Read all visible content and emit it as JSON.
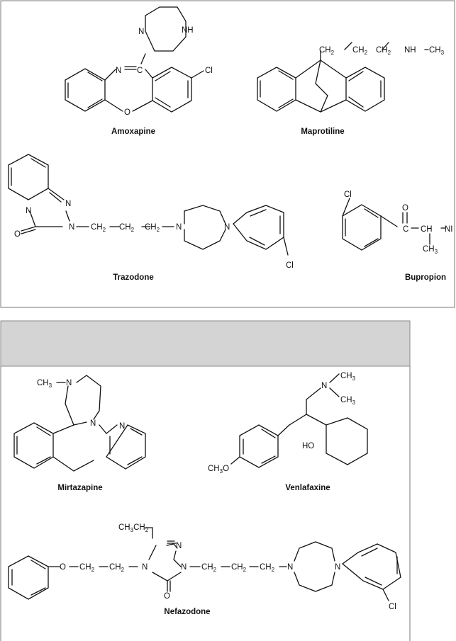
{
  "compounds": [
    {
      "name": "Amoxapine",
      "labels": [
        "N",
        "NH",
        "N",
        "C",
        "Cl",
        "O"
      ]
    },
    {
      "name": "Maprotiline",
      "labels": [
        "CH",
        "2",
        "CH",
        "2",
        "CH",
        "2",
        "NH",
        "CH",
        "3"
      ]
    },
    {
      "name": "Trazodone",
      "labels": [
        "N",
        "N",
        "N",
        "O",
        "CH",
        "2",
        "CH",
        "2",
        "CH",
        "2",
        "N",
        "N",
        "Cl"
      ]
    },
    {
      "name": "Bupropion",
      "labels": [
        "Cl",
        "O",
        "C",
        "CH",
        "NI",
        "CH",
        "3"
      ]
    },
    {
      "name": "Mirtazapine",
      "labels": [
        "CH",
        "3",
        "N",
        "N",
        "N"
      ]
    },
    {
      "name": "Venlafaxine",
      "labels": [
        "N",
        "CH",
        "3",
        "CH",
        "3",
        "HO",
        "CH",
        "3",
        "O"
      ]
    },
    {
      "name": "Nefazodone",
      "labels": [
        "CH",
        "3",
        "CH",
        "2",
        "N",
        "N",
        "N",
        "O",
        "O",
        "CH",
        "2",
        "CH",
        "2",
        "CH",
        "2",
        "CH",
        "2",
        "CH",
        "2",
        "N",
        "N",
        "Cl"
      ]
    }
  ]
}
